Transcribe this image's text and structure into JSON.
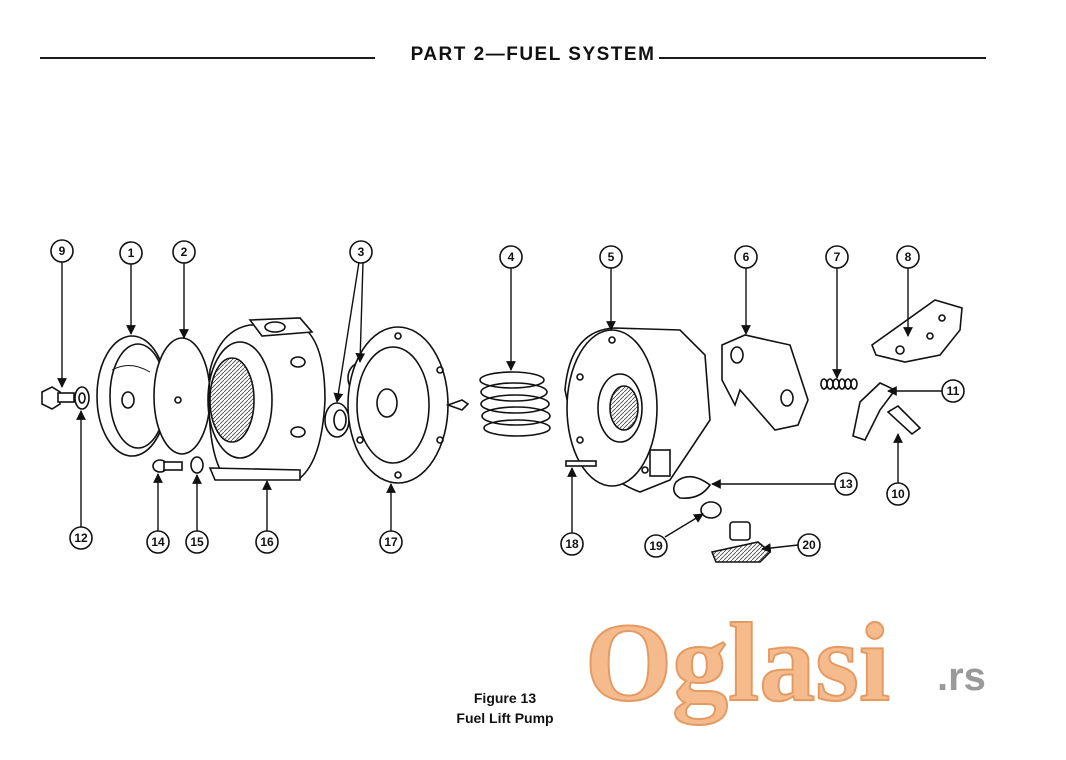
{
  "header": {
    "title": "PART 2—FUEL SYSTEM"
  },
  "figure": {
    "number": "Figure 13",
    "title": "Fuel Lift Pump"
  },
  "callouts": [
    "9",
    "1",
    "2",
    "3",
    "4",
    "5",
    "6",
    "7",
    "8",
    "11",
    "10",
    "13",
    "12",
    "14",
    "15",
    "16",
    "17",
    "18",
    "19",
    "20"
  ],
  "watermark": {
    "text": "Oglasi",
    "suffix": ".rs",
    "color": "#f0a060"
  }
}
